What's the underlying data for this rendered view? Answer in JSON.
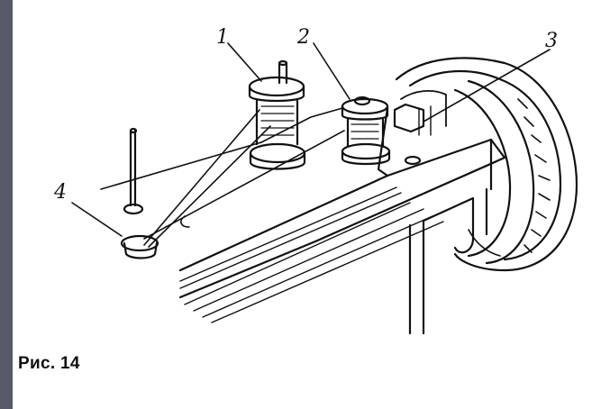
{
  "figure": {
    "caption": "Рис. 14",
    "callouts": {
      "label_1": "1",
      "label_2": "2",
      "label_3": "3",
      "label_4": "4"
    }
  },
  "colors": {
    "slide_background": "#565a66",
    "figure_background": "#ffffff",
    "ink": "#111111"
  }
}
